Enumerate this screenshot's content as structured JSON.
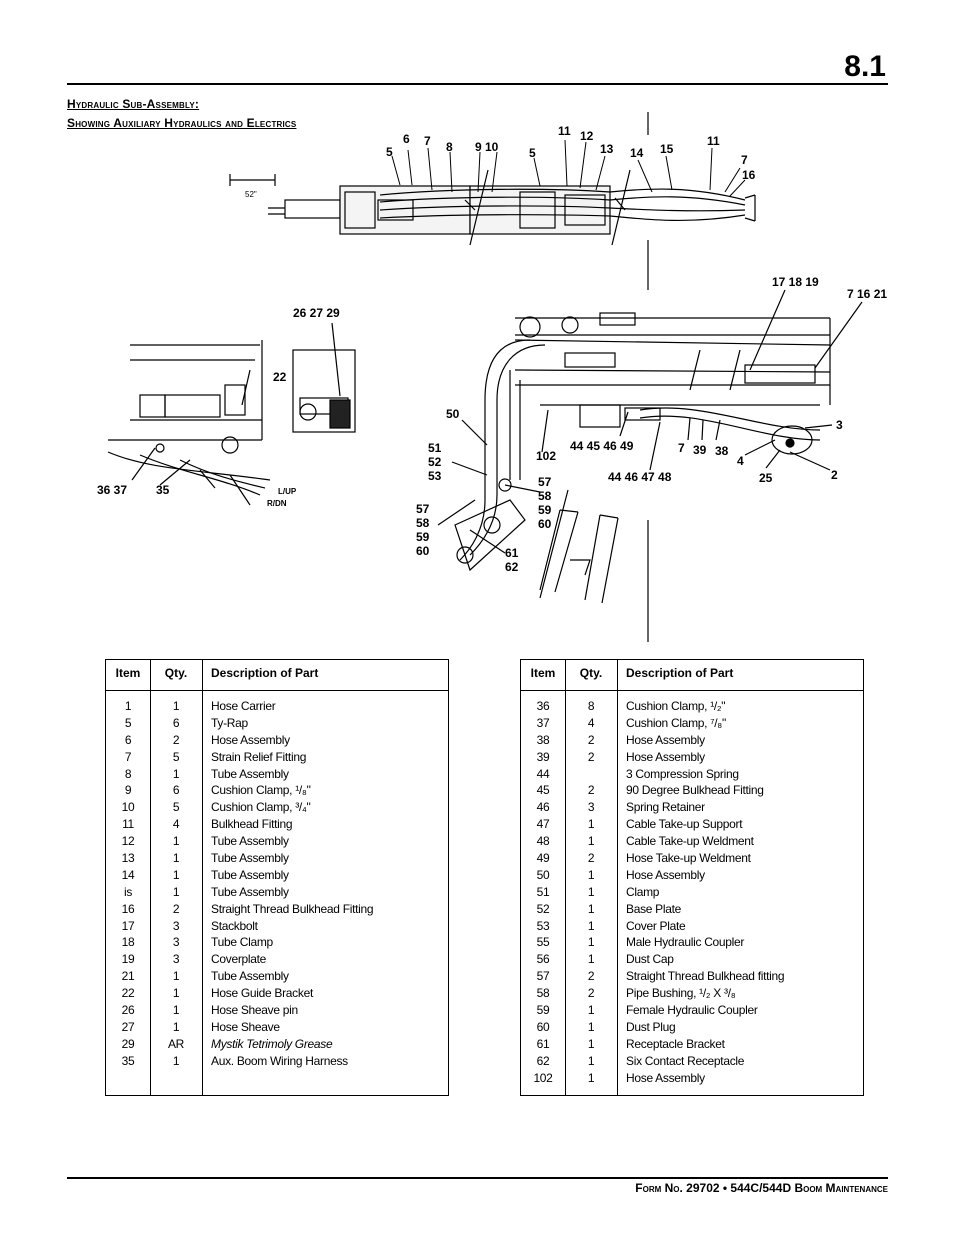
{
  "page_number": "8.1",
  "heading": {
    "line1": "Hydraulic Sub-Assembly:",
    "line2": "Showing Auxiliary Hydraulics and Electrics"
  },
  "diagram": {
    "top_callouts": [
      "5",
      "6",
      "7",
      "8",
      "9 10",
      "5",
      "11",
      "12",
      "13",
      "14",
      "15",
      "11",
      "7",
      "16"
    ],
    "dimension_label": "52\"",
    "left_callouts": [
      "26 27 29",
      "22",
      "36 37",
      "35"
    ],
    "switch_labels": [
      "L/UP",
      "R/DN"
    ],
    "right_callouts": [
      "17 18 19",
      "7 16 21",
      "3",
      "2",
      "25",
      "4",
      "7",
      "39",
      "38",
      "44 45 46 49",
      "44 46 47 48",
      "50",
      "102",
      "51",
      "52",
      "53",
      "57",
      "58",
      "59",
      "60",
      "57",
      "58",
      "59",
      "60",
      "61",
      "62"
    ]
  },
  "table_headers": {
    "item": "Item",
    "qty": "Qty.",
    "desc": "Description of Part"
  },
  "table_left": [
    {
      "item": "1",
      "qty": "1",
      "desc": "Hose Carrier"
    },
    {
      "item": "5",
      "qty": "6",
      "desc": "Ty-Rap"
    },
    {
      "item": "6",
      "qty": "2",
      "desc": "Hose Assembly"
    },
    {
      "item": "7",
      "qty": "5",
      "desc": "Strain Relief Fitting"
    },
    {
      "item": "8",
      "qty": "1",
      "desc": "Tube Assembly"
    },
    {
      "item": "9",
      "qty": "6",
      "desc": "Cushion Clamp, ¹/₈\""
    },
    {
      "item": "10",
      "qty": "5",
      "desc": "Cushion Clamp, ³/₄\""
    },
    {
      "item": "11",
      "qty": "4",
      "desc": "Bulkhead Fitting"
    },
    {
      "item": "12",
      "qty": "1",
      "desc": "Tube Assembly"
    },
    {
      "item": "13",
      "qty": "1",
      "desc": "Tube Assembly"
    },
    {
      "item": "14",
      "qty": "1",
      "desc": "Tube Assembly"
    },
    {
      "item": "is",
      "qty": "1",
      "desc": "Tube Assembly"
    },
    {
      "item": "16",
      "qty": "2",
      "desc": "Straight Thread Bulkhead Fitting"
    },
    {
      "item": "17",
      "qty": "3",
      "desc": "Stackbolt"
    },
    {
      "item": "18",
      "qty": "3",
      "desc": "Tube Clamp"
    },
    {
      "item": "19",
      "qty": "3",
      "desc": "Coverplate"
    },
    {
      "item": "21",
      "qty": "1",
      "desc": "Tube Assembly"
    },
    {
      "item": "22",
      "qty": "1",
      "desc": "Hose Guide Bracket"
    },
    {
      "item": "26",
      "qty": "1",
      "desc": "Hose Sheave pin"
    },
    {
      "item": "27",
      "qty": "1",
      "desc": "Hose Sheave"
    },
    {
      "item": "29",
      "qty": "AR",
      "desc": "Mystik Tetrimoly Grease",
      "italic": true
    },
    {
      "item": "35",
      "qty": "1",
      "desc": "Aux. Boom Wiring Harness"
    }
  ],
  "table_right": [
    {
      "item": "36",
      "qty": "8",
      "desc": "Cushion Clamp, ¹/₂\""
    },
    {
      "item": "37",
      "qty": "4",
      "desc": "Cushion Clamp, ⁷/₈\""
    },
    {
      "item": "38",
      "qty": "2",
      "desc": "Hose Assembly"
    },
    {
      "item": "39",
      "qty": "2",
      "desc": "Hose Assembly"
    },
    {
      "item": "44",
      "qty": "",
      "desc": "3 Compression Spring"
    },
    {
      "item": "45",
      "qty": "2",
      "desc": "90 Degree Bulkhead Fitting"
    },
    {
      "item": "46",
      "qty": "3",
      "desc": "Spring Retainer"
    },
    {
      "item": "47",
      "qty": "1",
      "desc": "Cable Take-up Support"
    },
    {
      "item": "48",
      "qty": "1",
      "desc": "Cable Take-up Weldment"
    },
    {
      "item": "49",
      "qty": "2",
      "desc": "Hose Take-up Weldment"
    },
    {
      "item": "50",
      "qty": "1",
      "desc": "Hose Assembly"
    },
    {
      "item": "51",
      "qty": "1",
      "desc": "Clamp"
    },
    {
      "item": "52",
      "qty": "1",
      "desc": "Base Plate"
    },
    {
      "item": "53",
      "qty": "1",
      "desc": "Cover Plate"
    },
    {
      "item": "55",
      "qty": "1",
      "desc": "Male Hydraulic Coupler"
    },
    {
      "item": "56",
      "qty": "1",
      "desc": "Dust Cap"
    },
    {
      "item": "57",
      "qty": "2",
      "desc": "Straight Thread Bulkhead fitting"
    },
    {
      "item": "58",
      "qty": "2",
      "desc": "Pipe Bushing, ¹/₂ X ³/₈"
    },
    {
      "item": "59",
      "qty": "1",
      "desc": "Female Hydraulic Coupler"
    },
    {
      "item": "60",
      "qty": "1",
      "desc": "Dust Plug"
    },
    {
      "item": "61",
      "qty": "1",
      "desc": "Receptacle Bracket"
    },
    {
      "item": "62",
      "qty": "1",
      "desc": "Six Contact Receptacle"
    },
    {
      "item": "102",
      "qty": "1",
      "desc": "Hose Assembly"
    }
  ],
  "footer": "Form No. 29702 • 544C/544D Boom Maintenance"
}
